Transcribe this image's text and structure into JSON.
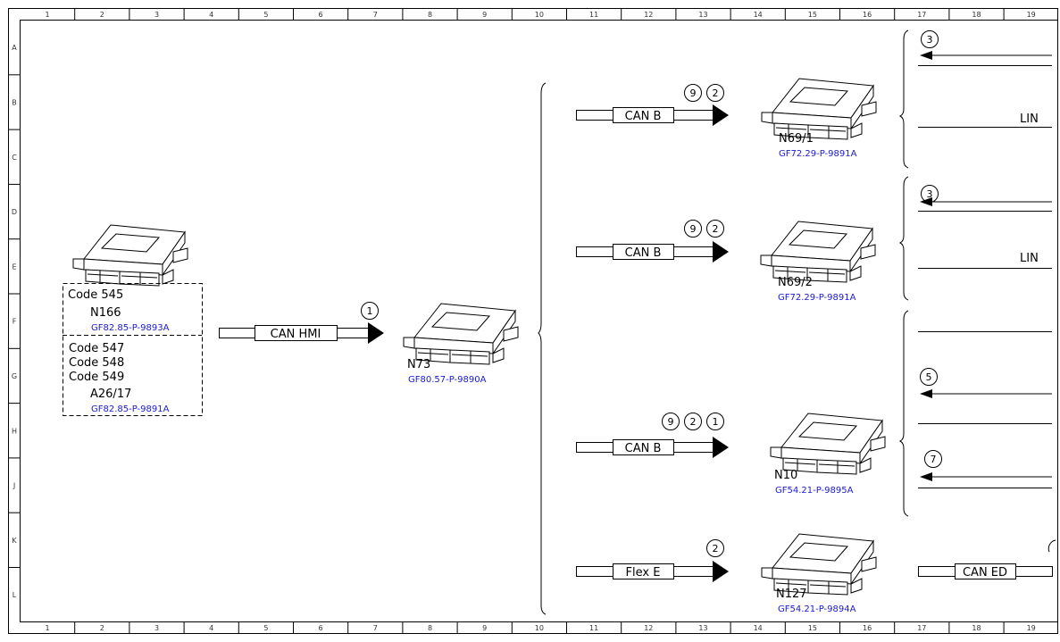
{
  "ruler": {
    "columns": [
      "1",
      "2",
      "3",
      "4",
      "5",
      "6",
      "7",
      "8",
      "9",
      "10",
      "11",
      "12",
      "13",
      "14",
      "15",
      "16",
      "17",
      "18",
      "19"
    ],
    "rows": [
      "A",
      "B",
      "C",
      "D",
      "E",
      "F",
      "G",
      "H",
      "J",
      "K",
      "L"
    ]
  },
  "left_group": {
    "code_545": "Code 545",
    "n166_label": "N166",
    "n166_ref": "GF82.85-P-9893A",
    "code_547": "Code 547",
    "code_548": "Code 548",
    "code_549": "Code 549",
    "a26_label": "A26/17",
    "a26_ref": "GF82.85-P-9891A"
  },
  "bus_can_hmi": {
    "label": "CAN HMI",
    "badges": [
      "1"
    ]
  },
  "n73": {
    "label": "N73",
    "ref": "GF80.57-P-9890A"
  },
  "row_1": {
    "bus": "CAN B",
    "badges": [
      "9",
      "2"
    ],
    "label": "N69/1",
    "ref": "GF72.29-P-9891A"
  },
  "row_2": {
    "bus": "CAN B",
    "badges": [
      "9",
      "2"
    ],
    "label": "N69/2",
    "ref": "GF72.29-P-9891A"
  },
  "row_3": {
    "bus": "CAN B",
    "badges": [
      "9",
      "2",
      "1"
    ],
    "label": "N10",
    "ref": "GF54.21-P-9895A"
  },
  "row_4": {
    "bus": "Flex E",
    "badges": [
      "2"
    ],
    "label": "N127",
    "ref": "GF54.21-P-9894A"
  },
  "right_side": {
    "badge_a": "3",
    "lin_1": "LIN",
    "badge_b": "3",
    "lin_2": "LIN",
    "badge_c": "5",
    "badge_d": "7",
    "can_ed": "CAN ED"
  }
}
